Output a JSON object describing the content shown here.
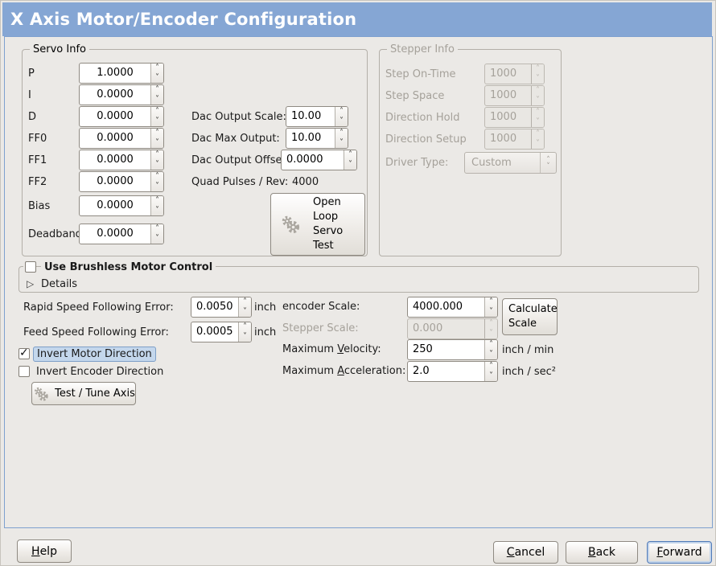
{
  "window": {
    "title": "X Axis Motor/Encoder Configuration"
  },
  "colors": {
    "titlebar": "#85a6d4",
    "panel_bg": "#ebe9e6",
    "panel_border": "#7da0cf",
    "focus_highlight": "#c4d7ec",
    "disabled_text": "#a5a19a"
  },
  "glyphs": {
    "check": "✓",
    "expander_collapsed": "▷"
  },
  "servo_info": {
    "title": "Servo Info",
    "rows": [
      {
        "label": "P",
        "value": "1.0000"
      },
      {
        "label": "I",
        "value": "0.0000"
      },
      {
        "label": "D",
        "value": "0.0000"
      },
      {
        "label": "FF0",
        "value": "0.0000"
      },
      {
        "label": "FF1",
        "value": "0.0000"
      },
      {
        "label": "FF2",
        "value": "0.0000"
      },
      {
        "label": "Bias",
        "value": "0.0000"
      },
      {
        "label": "Deadband",
        "value": "0.0000"
      }
    ],
    "dac_rows": [
      {
        "label": "Dac Output Scale:",
        "value": "10.00"
      },
      {
        "label": "Dac Max Output:",
        "value": "10.00"
      },
      {
        "label": "Dac Output Offset:",
        "value": "0.0000"
      }
    ],
    "quad_label": "Quad Pulses / Rev:",
    "quad_value": "4000",
    "open_loop_lines": [
      "Open",
      "Loop",
      "Servo",
      "Test"
    ]
  },
  "stepper_info": {
    "title": "Stepper Info",
    "rows": [
      {
        "label": "Step On-Time",
        "value": "1000"
      },
      {
        "label": "Step Space",
        "value": "1000"
      },
      {
        "label": "Direction Hold",
        "value": "1000"
      },
      {
        "label": "Direction Setup",
        "value": "1000"
      }
    ],
    "driver_type_label": "Driver Type:",
    "driver_type_value": "Custom"
  },
  "brushless": {
    "label": "Use Brushless Motor Control",
    "checked": false,
    "details_label": "Details"
  },
  "following_error": {
    "rapid_label": "Rapid Speed Following Error:",
    "rapid_value": "0.0050",
    "rapid_unit": "inch",
    "feed_label": "Feed Speed Following Error:",
    "feed_value": "0.0005",
    "feed_unit": "inch"
  },
  "options": {
    "invert_motor_label": "Invert Motor Direction",
    "invert_motor_checked": true,
    "invert_encoder_label": "Invert Encoder Direction",
    "invert_encoder_checked": false,
    "test_tune_label": "Test / Tune Axis"
  },
  "scales": {
    "encoder_label": "encoder Scale:",
    "encoder_value": "4000.000",
    "calculate_line1": "Calculate",
    "calculate_line2": "Scale",
    "stepper_label": "Stepper Scale:",
    "stepper_value": "0.000",
    "velocity_label_pre": "Maximum ",
    "velocity_label_mn": "V",
    "velocity_label_post": "elocity:",
    "velocity_value": "250",
    "velocity_unit": "inch / min",
    "acceleration_label_pre": "Maximum ",
    "acceleration_label_mn": "A",
    "acceleration_label_post": "cceleration:",
    "acceleration_value": "2.0",
    "acceleration_unit": "inch / sec²"
  },
  "footer": {
    "help_mn": "H",
    "help_post": "elp",
    "cancel_mn": "C",
    "cancel_post": "ancel",
    "back_mn": "B",
    "back_post": "ack",
    "forward_mn": "F",
    "forward_post": "orward"
  }
}
